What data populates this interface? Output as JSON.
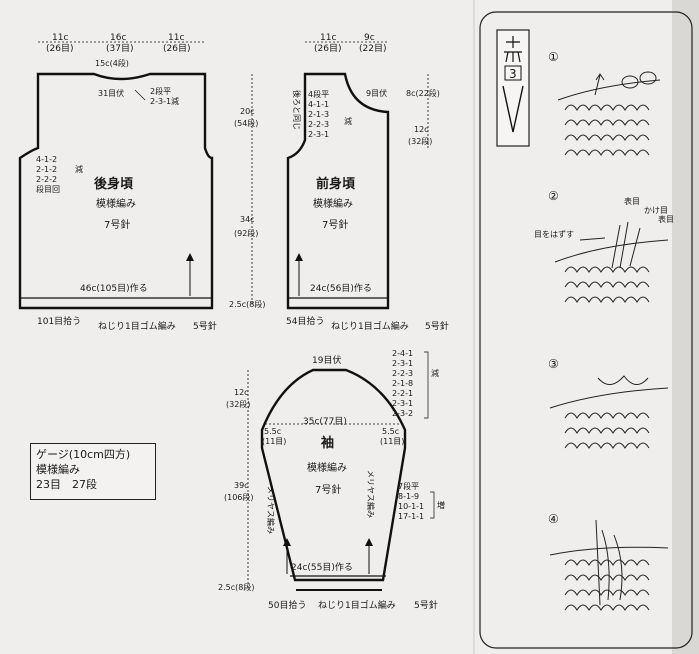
{
  "back": {
    "title": "後身頃",
    "pattern": "模様編み",
    "needle": "7号針",
    "top_widths": [
      "11c",
      "16c",
      "11c"
    ],
    "top_stitches": [
      "(26目)",
      "(37目)",
      "(26目)"
    ],
    "neck_rows": "15c(4段)",
    "neck_bindoff": "31目伏",
    "neck_dec_1": "2段平",
    "neck_dec_2": "2-3-1減",
    "armhole_dec": [
      "4-1-2",
      "2-1-2",
      "2-2-2"
    ],
    "armhole_dec_suffix": "減",
    "armhole_note": "段目回",
    "height_1": "20c",
    "height_1_rows": "(54段)",
    "height_2": "34c",
    "height_2_rows": "(92段)",
    "cast_on": "46c(105目)作る",
    "ribbing_height": "2.5c(8段)",
    "pickup": "101目拾う",
    "ribbing": "ねじり1目ゴム編み",
    "ribbing_needle": "5号針"
  },
  "front": {
    "title": "前身頃",
    "pattern": "模様編み",
    "needle": "7号針",
    "top_widths": [
      "11c",
      "9c"
    ],
    "top_stitches": [
      "(26目)",
      "(22目)"
    ],
    "same_as_back": "後ろと同じ",
    "neck_dec": [
      "4段平",
      "4-1-1",
      "2-1-3",
      "2-2-3",
      "2-3-1"
    ],
    "neck_dec_suffix": "減",
    "neck_bindoff": "9目伏",
    "neck_height_1": "8c(22段)",
    "neck_height_2": "12c",
    "neck_height_2_rows": "(32段)",
    "cast_on": "24c(56目)作る",
    "pickup": "54目拾う",
    "ribbing": "ねじり1目ゴム編み",
    "ribbing_needle": "5号針"
  },
  "sleeve": {
    "title": "袖",
    "pattern": "模様編み",
    "needle": "7号針",
    "top_bindoff": "19目伏",
    "cap_dec": [
      "2-4-1",
      "2-3-1",
      "2-2-3",
      "2-1-8",
      "2-2-1",
      "2-3-1",
      "2-3-2"
    ],
    "cap_dec_suffix": "減",
    "cap_height": "12c",
    "cap_height_rows": "(32段)",
    "width": "35c(77目)",
    "side_left": "5.5c",
    "side_left_st": "(11目)",
    "side_right": "5.5c",
    "side_right_st": "(11目)",
    "side_pattern_left": "メリヤス編み",
    "side_pattern_right": "メリヤス編み",
    "body_height": "39c",
    "body_rows": "(106段)",
    "inc": [
      "7段平",
      "8-1-9",
      "10-1-1",
      "17-1-1"
    ],
    "inc_suffix": "増",
    "cast_on": "24c(55目)作る",
    "ribbing_height": "2.5c(8段)",
    "pickup": "50目拾う",
    "ribbing": "ねじり1目ゴム編み",
    "ribbing_needle": "5号針"
  },
  "gauge": {
    "title": "ゲージ(10cm四方)",
    "pattern": "模様編み",
    "values": "23目　27段"
  },
  "symbol_key": {
    "number": "3"
  },
  "steps": [
    {
      "number": "①"
    },
    {
      "number": "②",
      "labels": [
        "表目",
        "かけ目",
        "表目",
        "目をはずす"
      ]
    },
    {
      "number": "③"
    },
    {
      "number": "④"
    }
  ]
}
